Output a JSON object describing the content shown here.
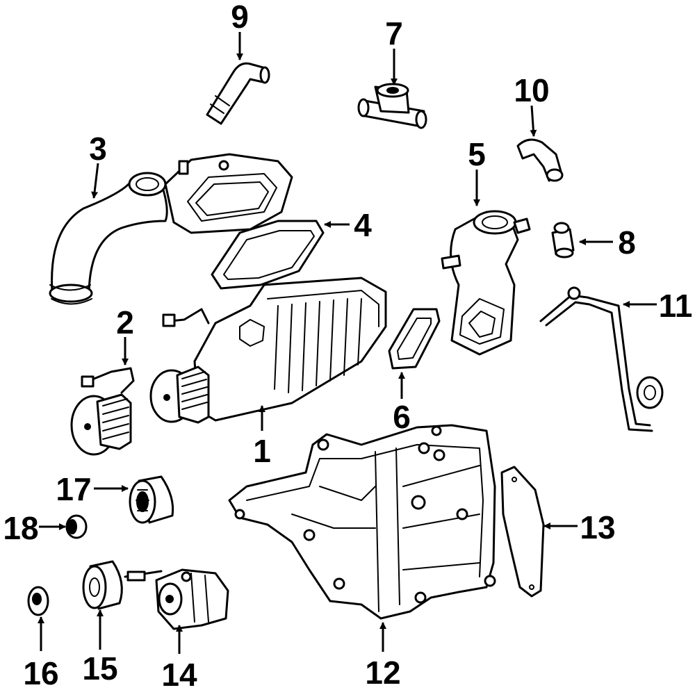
{
  "callouts": [
    {
      "id": "1",
      "label": "1"
    },
    {
      "id": "2",
      "label": "2"
    },
    {
      "id": "3",
      "label": "3"
    },
    {
      "id": "4",
      "label": "4"
    },
    {
      "id": "5",
      "label": "5"
    },
    {
      "id": "6",
      "label": "6"
    },
    {
      "id": "7",
      "label": "7"
    },
    {
      "id": "8",
      "label": "8"
    },
    {
      "id": "9",
      "label": "9"
    },
    {
      "id": "10",
      "label": "10"
    },
    {
      "id": "11",
      "label": "11"
    },
    {
      "id": "12",
      "label": "12"
    },
    {
      "id": "13",
      "label": "13"
    },
    {
      "id": "14",
      "label": "14"
    },
    {
      "id": "15",
      "label": "15"
    },
    {
      "id": "16",
      "label": "16"
    },
    {
      "id": "17",
      "label": "17"
    },
    {
      "id": "18",
      "label": "18"
    }
  ],
  "colors": {
    "ink": "#000000",
    "background": "#ffffff"
  }
}
